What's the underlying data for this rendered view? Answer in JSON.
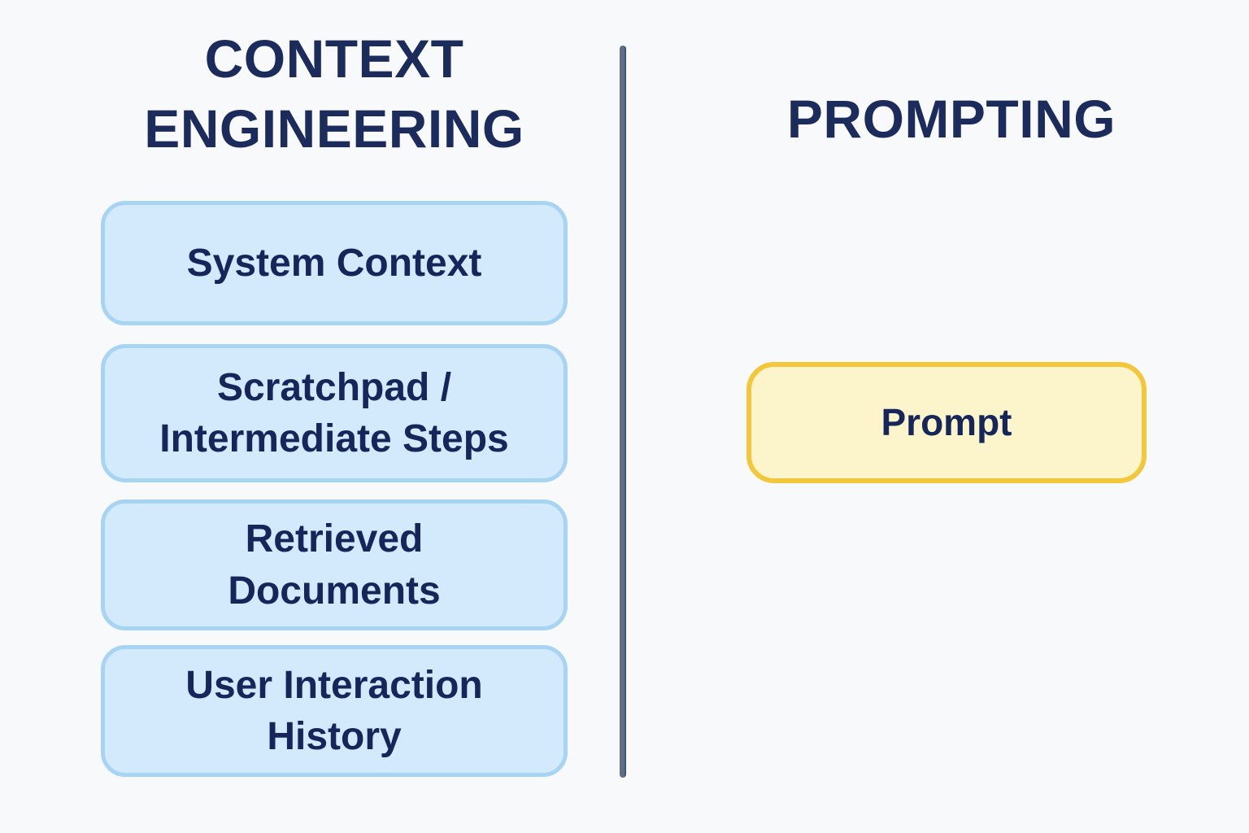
{
  "left": {
    "title": "CONTEXT\nENGINEERING",
    "items": [
      {
        "label": "System Context"
      },
      {
        "label": "Scratchpad /\nIntermediate Steps"
      },
      {
        "label": "Retrieved\nDocuments"
      },
      {
        "label": "User Interaction\nHistory"
      }
    ]
  },
  "right": {
    "title": "PROMPTING",
    "item": {
      "label": "Prompt"
    }
  },
  "colors": {
    "background": "#f8f9fb",
    "text_navy": "#16265a",
    "title_navy": "#1b2b5c",
    "blue_box_fill": "#d3eafc",
    "blue_box_border": "#a8d4f4",
    "yellow_box_fill": "#fcf4ca",
    "yellow_box_border": "#f3c73b",
    "divider": "#5d6e86"
  }
}
